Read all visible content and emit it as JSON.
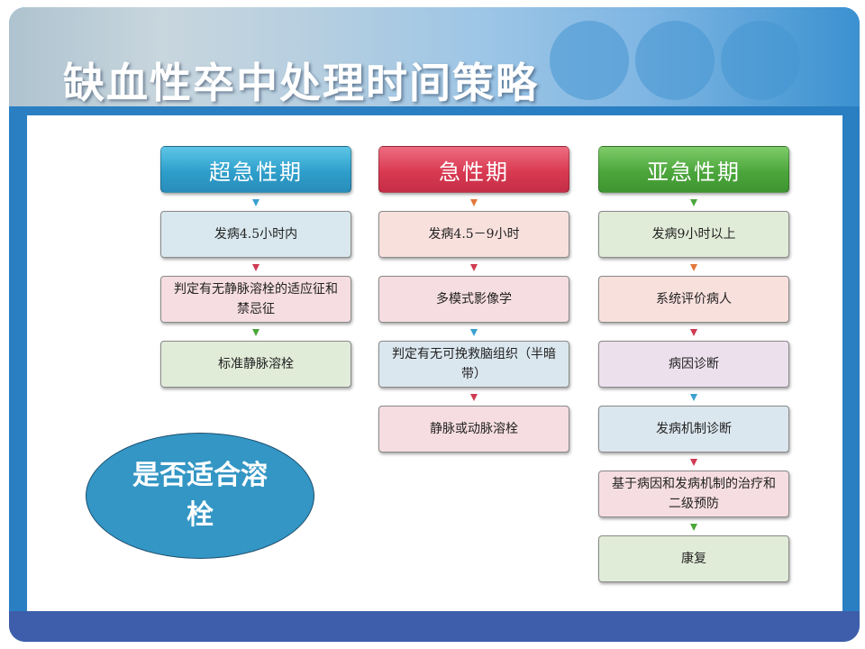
{
  "slide": {
    "title": "缺血性卒中处理时间策略"
  },
  "columns": [
    {
      "header": "超急性期",
      "steps": [
        "发病4.5小时内",
        "判定有无静脉溶栓的适应征和禁忌征",
        "标准静脉溶栓"
      ]
    },
    {
      "header": "急性期",
      "steps": [
        "发病4.5－9小时",
        "多模式影像学",
        "判定有无可挽救脑组织（半暗带）",
        "静脉或动脉溶栓"
      ]
    },
    {
      "header": "亚急性期",
      "steps": [
        "发病9小时以上",
        "系统评价病人",
        "病因诊断",
        "发病机制诊断",
        "基于病因和发病机制的治疗和二级预防",
        "康复"
      ]
    }
  ],
  "callout": {
    "text": "是否适合溶栓"
  },
  "colors": {
    "header_blue": "#2e9fcb",
    "header_red": "#d93a52",
    "header_green": "#4ca63c",
    "callout": "#3396c4",
    "frame": "#2a7fc2",
    "bottom_bar": "#3e5eab"
  }
}
